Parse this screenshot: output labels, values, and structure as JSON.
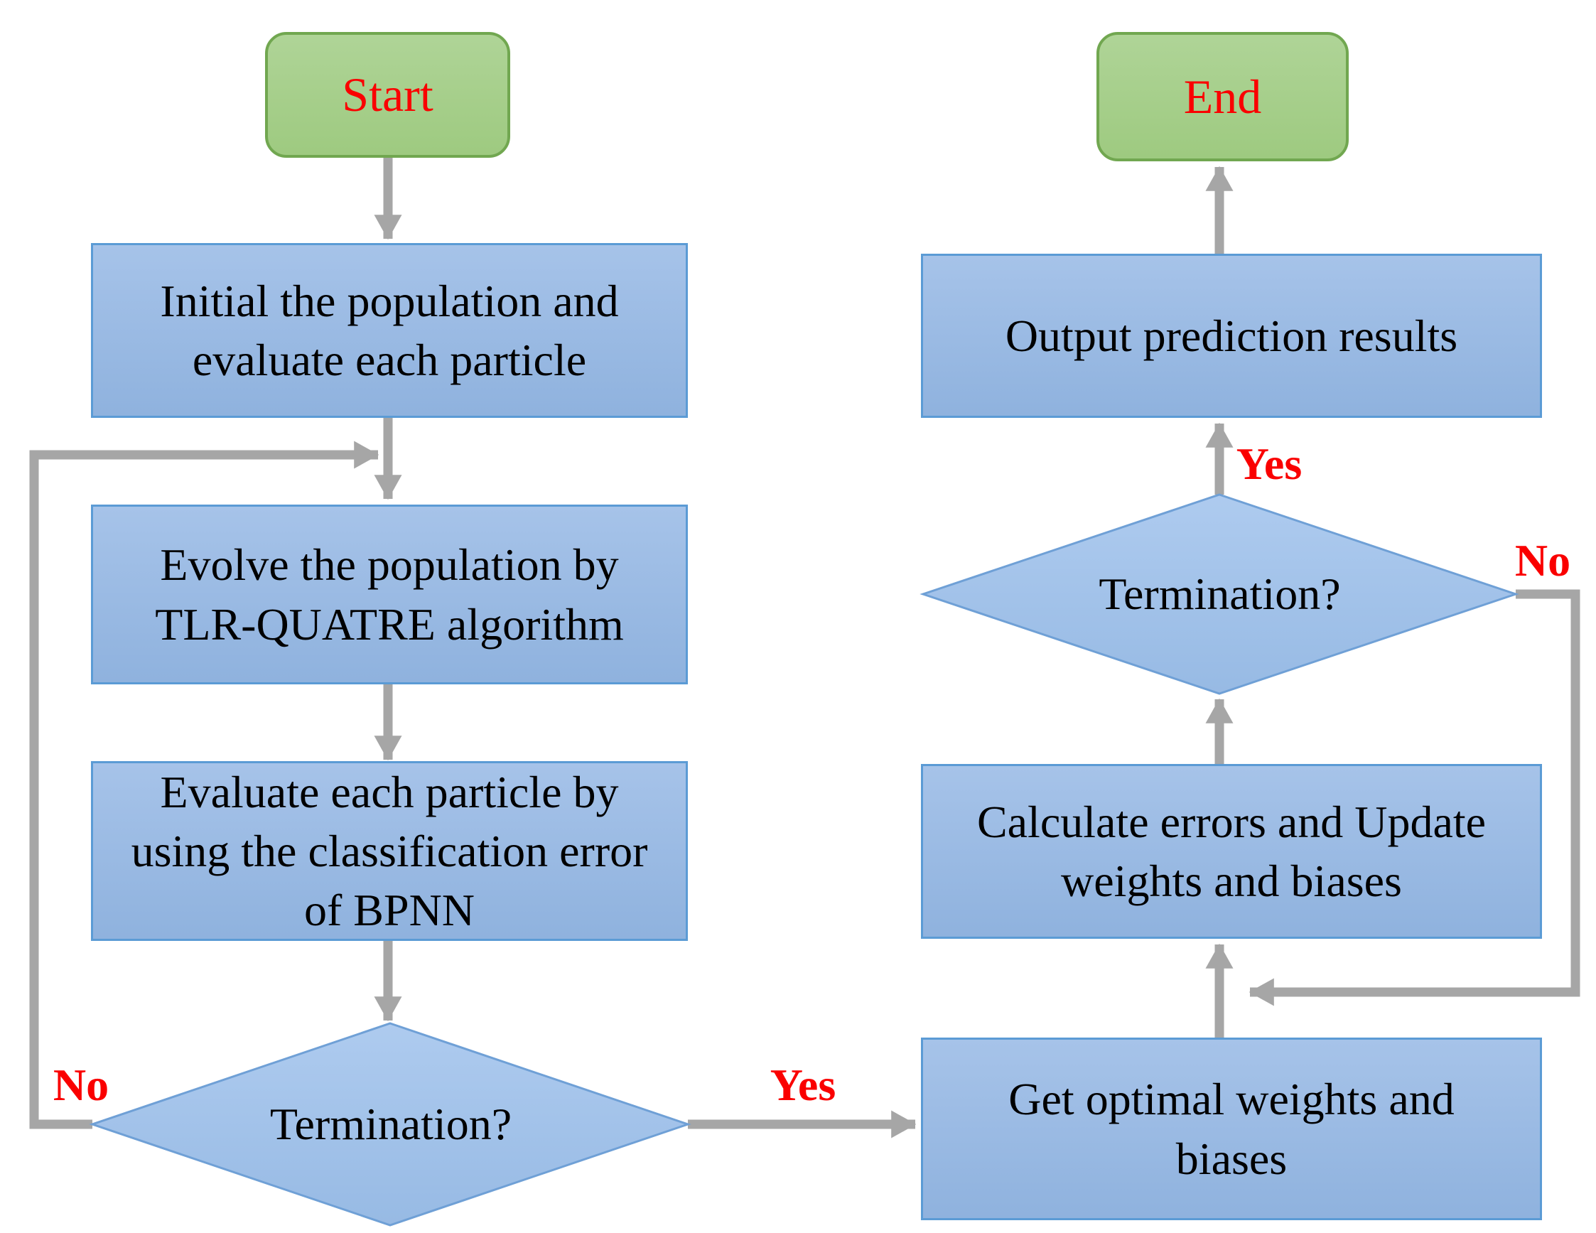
{
  "figure": {
    "type": "flowchart"
  },
  "colors": {
    "process_fill_top": "#a6c3e9",
    "process_fill_bottom": "#8fb2de",
    "process_border": "#5b9bd5",
    "diamond_fill_top": "#aecbef",
    "diamond_fill_bottom": "#97bae4",
    "diamond_border": "#6fa0d6",
    "terminal_fill": "#a9d18e",
    "terminal_border": "#71a750",
    "arrow_gray": "#a6a6a6",
    "label_red": "#fa0000",
    "text_black": "#000000"
  },
  "nodes": {
    "start": {
      "label": "Start"
    },
    "end": {
      "label": "End"
    },
    "init": {
      "lines": [
        "Initial the population and",
        "evaluate each particle"
      ]
    },
    "evolve": {
      "lines": [
        "Evolve the population by",
        "TLR-QUATRE algorithm"
      ]
    },
    "evaluate": {
      "lines": [
        "Evaluate each particle by",
        "using the classification error",
        "of BPNN"
      ]
    },
    "termination_left": {
      "label": "Termination?"
    },
    "get_optimal": {
      "lines": [
        "Get optimal weights and",
        "biases"
      ]
    },
    "calculate": {
      "lines": [
        "Calculate errors and Update",
        "weights and biases"
      ]
    },
    "termination_right": {
      "label": "Termination?"
    },
    "output": {
      "lines": [
        "Output prediction results"
      ]
    }
  },
  "edge_labels": {
    "no_left": "No",
    "yes_left": "Yes",
    "yes_right": "Yes",
    "no_right": "No"
  }
}
